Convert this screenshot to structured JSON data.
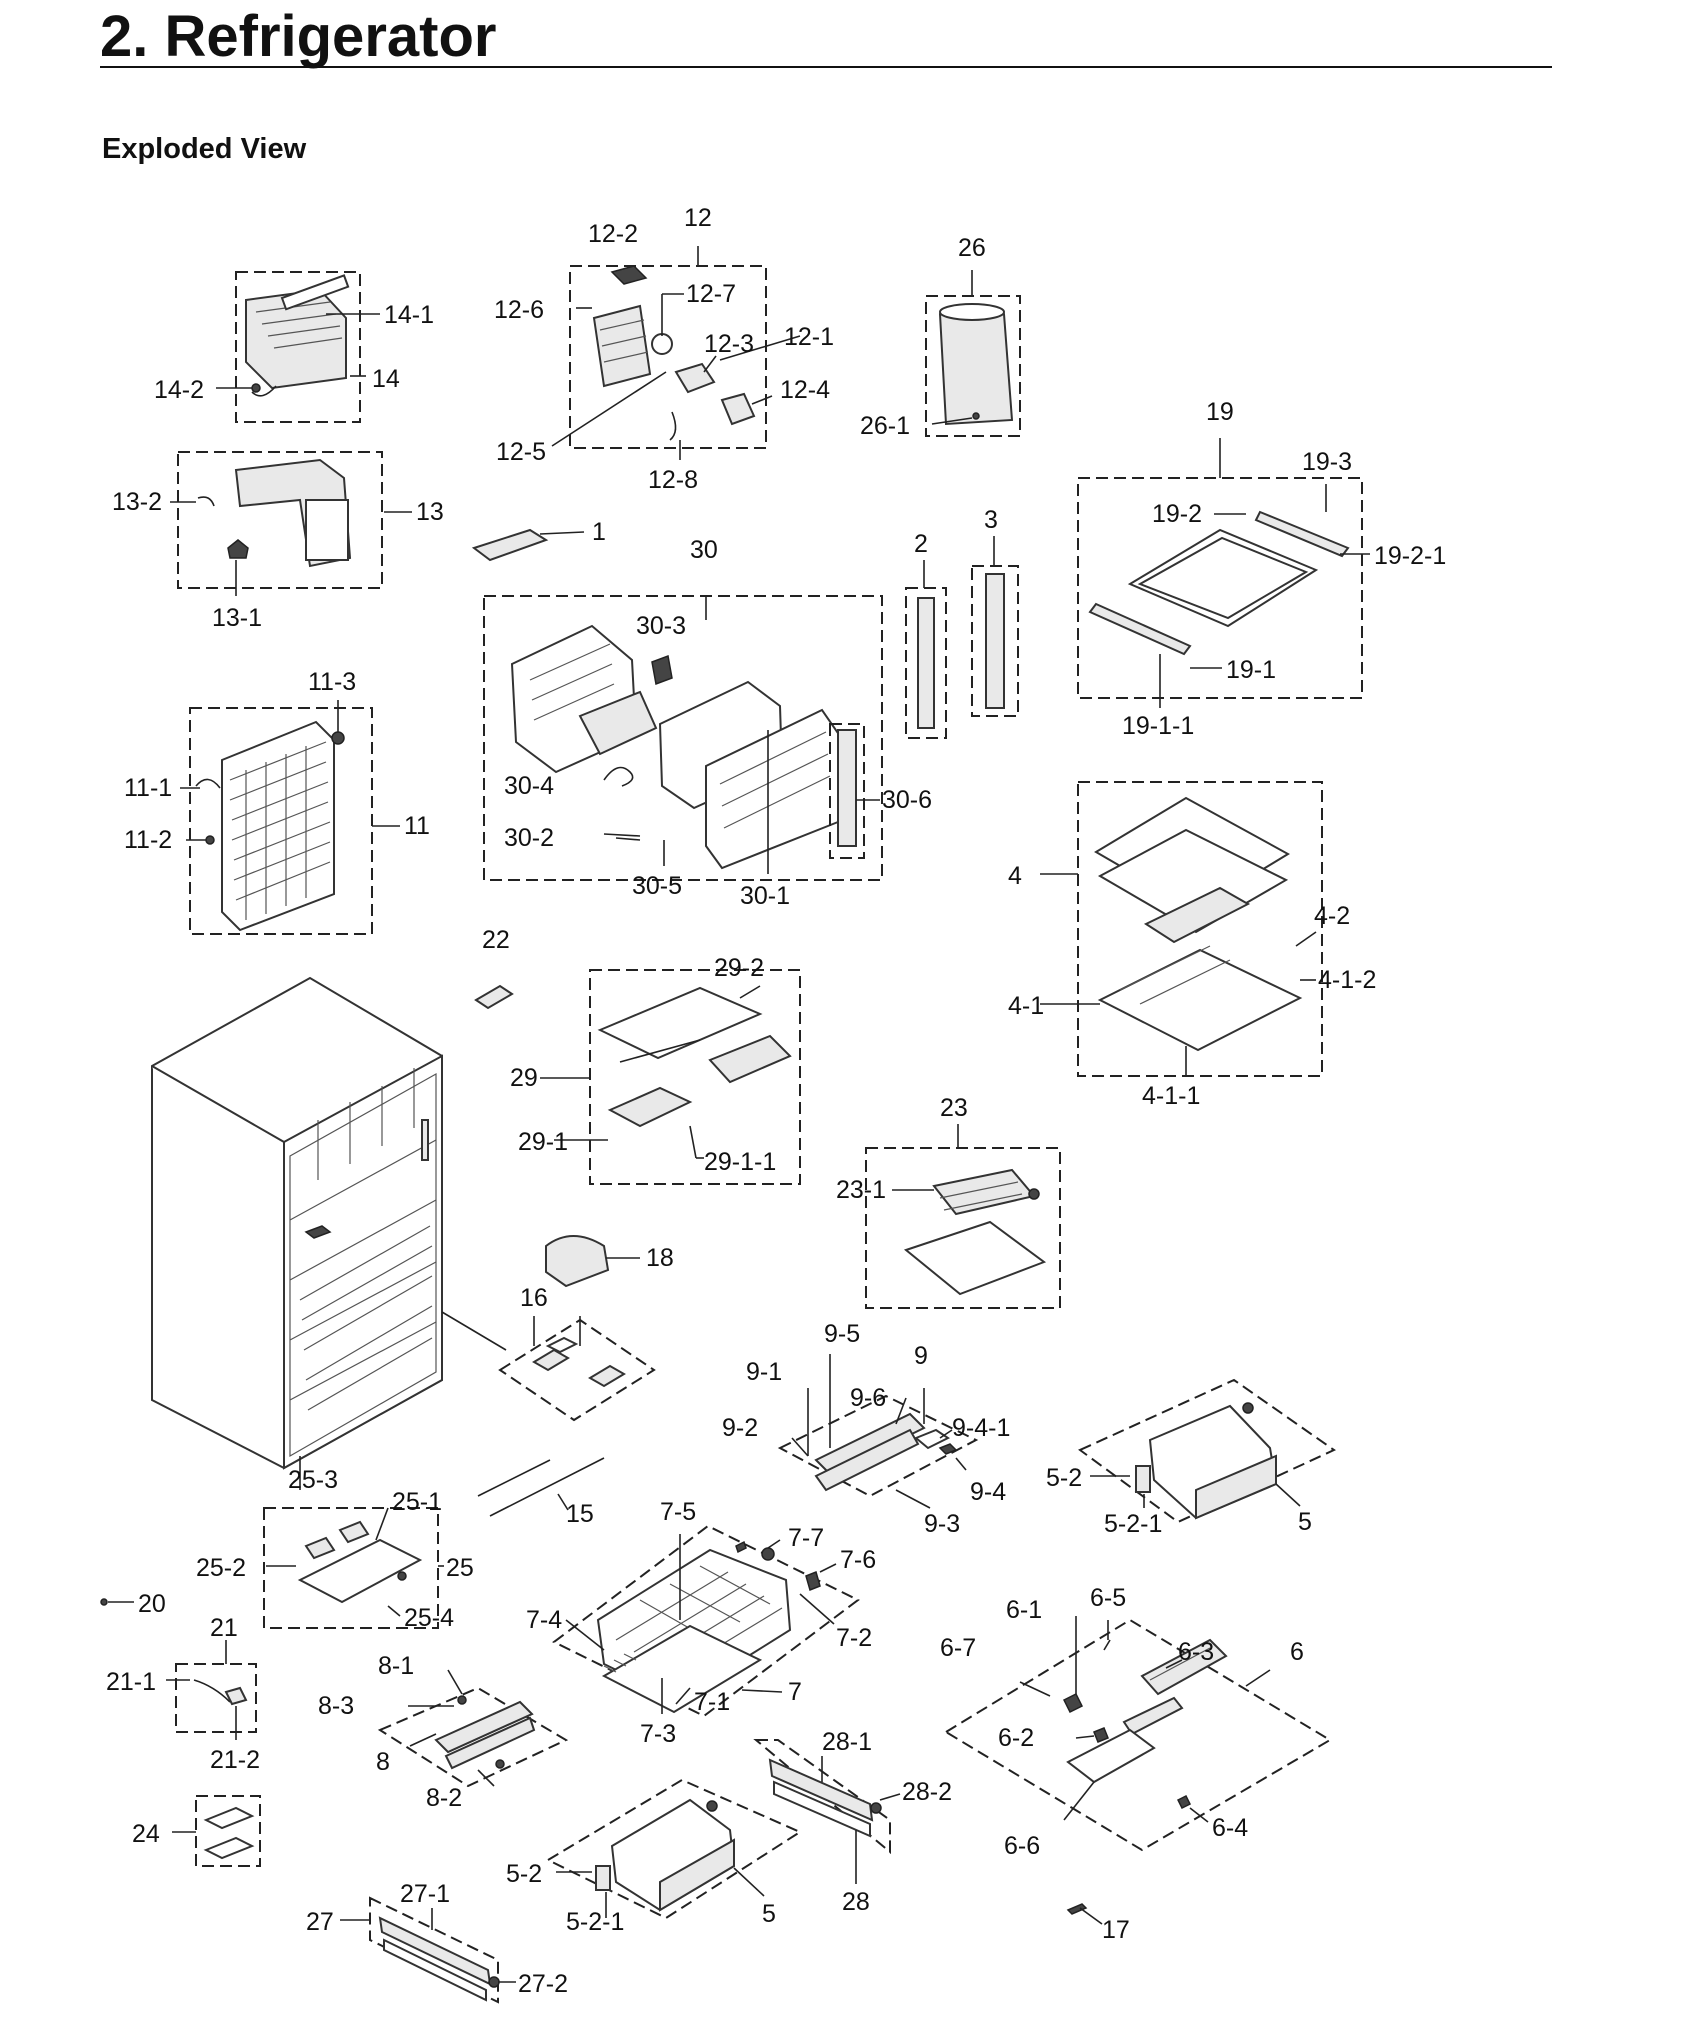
{
  "heading": {
    "title": "2.  Refrigerator",
    "subtitle": "Exploded View"
  },
  "callouts": {
    "c1": "1",
    "c2": "2",
    "c3": "3",
    "c4": "4",
    "c4_1": "4-1",
    "c4_1_1": "4-1-1",
    "c4_1_2": "4-1-2",
    "c4_2": "4-2",
    "c5a": "5",
    "c5_2a": "5-2",
    "c5_2_1a": "5-2-1",
    "c5b": "5",
    "c5_2b": "5-2",
    "c5_2_1b": "5-2-1",
    "c6": "6",
    "c6_1": "6-1",
    "c6_2": "6-2",
    "c6_3": "6-3",
    "c6_4": "6-4",
    "c6_5": "6-5",
    "c6_6": "6-6",
    "c6_7": "6-7",
    "c7": "7",
    "c7_1": "7-1",
    "c7_2": "7-2",
    "c7_3": "7-3",
    "c7_4": "7-4",
    "c7_5": "7-5",
    "c7_6": "7-6",
    "c7_7": "7-7",
    "c8": "8",
    "c8_1": "8-1",
    "c8_2": "8-2",
    "c8_3": "8-3",
    "c9": "9",
    "c9_1": "9-1",
    "c9_2": "9-2",
    "c9_3": "9-3",
    "c9_4": "9-4",
    "c9_4_1": "9-4-1",
    "c9_5": "9-5",
    "c9_6": "9-6",
    "c11": "11",
    "c11_1": "11-1",
    "c11_2": "11-2",
    "c11_3": "11-3",
    "c12": "12",
    "c12_1": "12-1",
    "c12_2": "12-2",
    "c12_3": "12-3",
    "c12_4": "12-4",
    "c12_5": "12-5",
    "c12_6": "12-6",
    "c12_7": "12-7",
    "c12_8": "12-8",
    "c13": "13",
    "c13_1": "13-1",
    "c13_2": "13-2",
    "c14": "14",
    "c14_1": "14-1",
    "c14_2": "14-2",
    "c15": "15",
    "c16": "16",
    "c17": "17",
    "c18": "18",
    "c19": "19",
    "c19_1": "19-1",
    "c19_1_1": "19-1-1",
    "c19_2": "19-2",
    "c19_2_1": "19-2-1",
    "c19_3": "19-3",
    "c20": "20",
    "c21": "21",
    "c21_1": "21-1",
    "c21_2": "21-2",
    "c22": "22",
    "c23": "23",
    "c23_1": "23-1",
    "c24": "24",
    "c25": "25",
    "c25_1": "25-1",
    "c25_2": "25-2",
    "c25_3": "25-3",
    "c25_4": "25-4",
    "c26": "26",
    "c26_1": "26-1",
    "c27": "27",
    "c27_1": "27-1",
    "c27_2": "27-2",
    "c28": "28",
    "c28_1": "28-1",
    "c28_2": "28-2",
    "c29": "29",
    "c29_1": "29-1",
    "c29_1_1": "29-1-1",
    "c29_2": "29-2",
    "c30": "30",
    "c30_1": "30-1",
    "c30_2": "30-2",
    "c30_3": "30-3",
    "c30_4": "30-4",
    "c30_5": "30-5",
    "c30_6": "30-6"
  }
}
